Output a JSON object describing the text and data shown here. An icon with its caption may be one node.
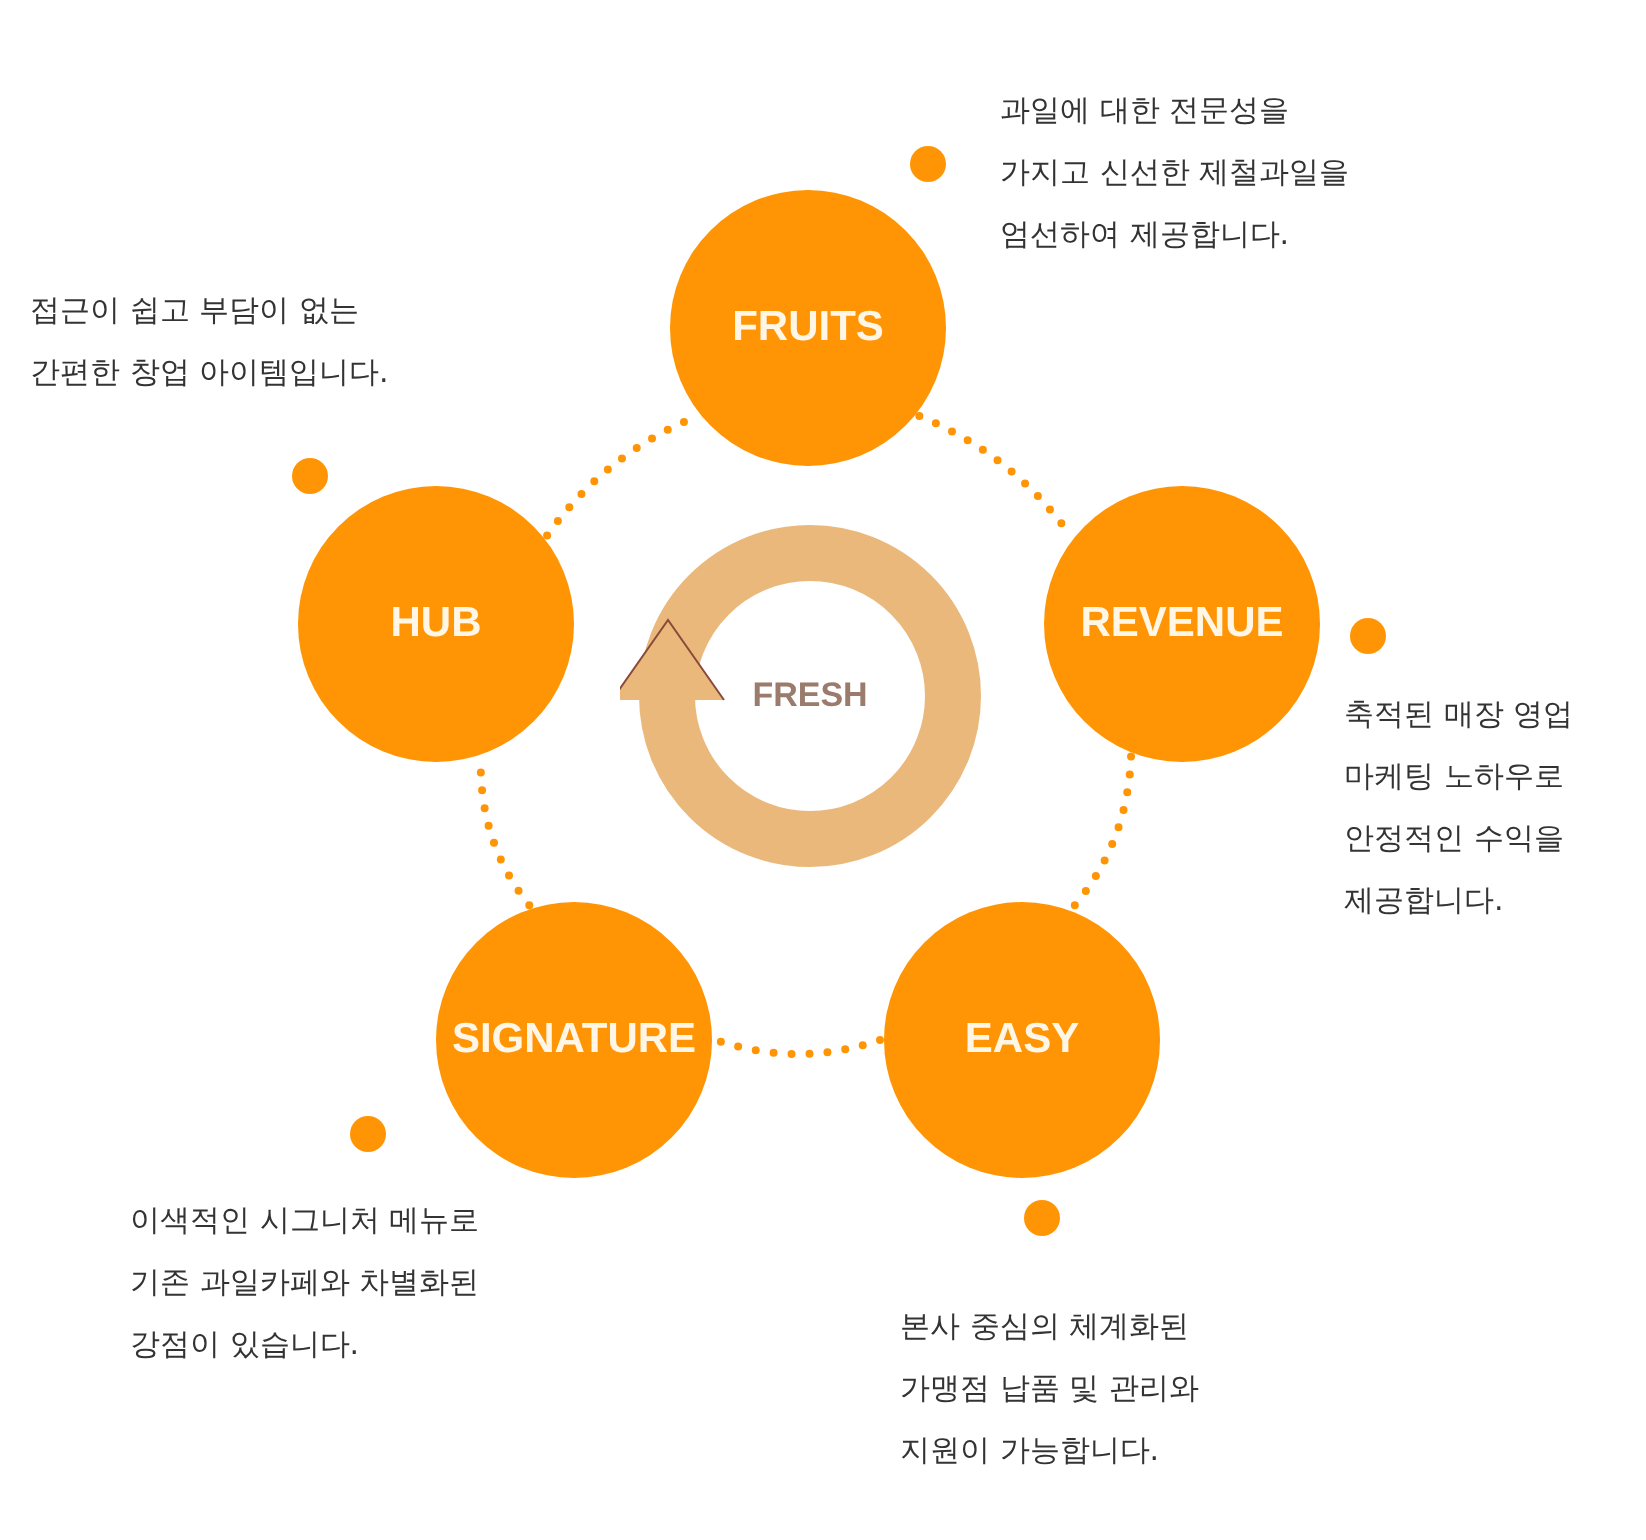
{
  "diagram": {
    "nodes": [
      {
        "text": [
          "FRUITS"
        ],
        "beside": [
          "과일에 대한 전문성을 가지고 신선한 제철과일을 엄선하여 제공합니다."
        ]
      },
      {
        "text": [
          "REVENUE"
        ],
        "beside": [
          "축적된 매장 영업 마케팅 노하우로 안정적인 수익을 제공합니다."
        ]
      },
      {
        "text": [
          "EASY"
        ]
      },
      {
        "text": [
          "SIGNATURE"
        ],
        "beside": [
          "이색적인 시그니처 메뉴로 기존 과일카페와 차별화된 강점이 있습니다."
        ]
      },
      {
        "text": [
          "HUB"
        ],
        "beside": [
          "접근이 쉽고 부담이 없는 간편한 창업 아이템입니다."
        ]
      },
      {
        "text": [
          "FRESH"
        ]
      }
    ],
    "edges": [
      {
        "from": 0,
        "to": 1,
        "arrow": "none"
      },
      {
        "from": 1,
        "to": 2,
        "arrow": "none"
      },
      {
        "from": 2,
        "to": 3,
        "arrow": "none"
      },
      {
        "from": 3,
        "to": 4,
        "arrow": "none"
      },
      {
        "from": 4,
        "to": 0,
        "arrow": "none"
      }
    ],
    "labels": [
      "본사 중심의 체계화된 가맹점 납품 및 관리와 지원이 가능합니다."
    ]
  }
}
